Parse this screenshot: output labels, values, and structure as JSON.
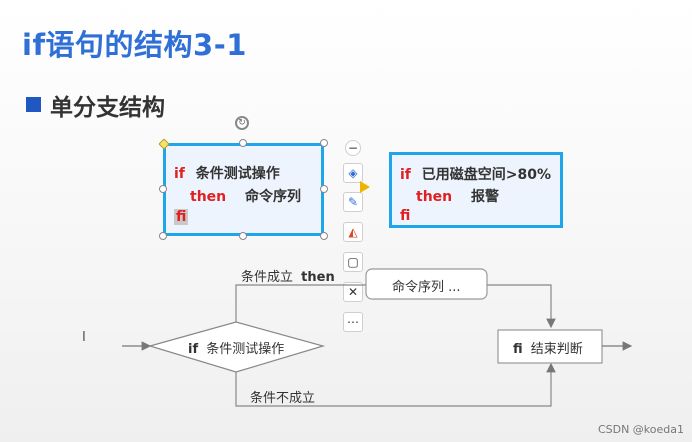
{
  "slide": {
    "title": "if语句的结构3-1",
    "subheading": "单分支结构"
  },
  "code_left": {
    "line1_kw": "if",
    "line1_text": "条件测试操作",
    "line2_kw": "then",
    "line2_text": "命令序列",
    "line3_kw": "fi"
  },
  "code_right": {
    "line1_kw": "if",
    "line1_text": "已用磁盘空间>80%",
    "line2_kw": "then",
    "line2_text": "报警",
    "line3_kw": "fi"
  },
  "toolbar": {
    "items": [
      {
        "icon": "minus-icon",
        "glyph": "−"
      },
      {
        "icon": "layers-icon",
        "glyph": "◈"
      },
      {
        "icon": "pen-icon",
        "glyph": "✎"
      },
      {
        "icon": "fill-color-icon",
        "glyph": "◭"
      },
      {
        "icon": "border-icon",
        "glyph": "▢"
      },
      {
        "icon": "tools-icon",
        "glyph": "✕"
      },
      {
        "icon": "more-icon",
        "glyph": "⋯"
      }
    ]
  },
  "flowchart": {
    "condition_true_label": "条件成立",
    "then_label": "then",
    "command_box": "命令序列 ...",
    "condition_kw": "if",
    "condition_text": "条件测试操作",
    "end_kw": "fi",
    "end_text": "结束判断",
    "condition_false_label": "条件不成立"
  },
  "cursor_glyph": "I",
  "watermark": "CSDN @koeda1",
  "colors": {
    "title": "#2f6fd6",
    "keyword": "#e02020",
    "box_border": "#1fa5ea",
    "box_fill": "#eef4fd"
  }
}
